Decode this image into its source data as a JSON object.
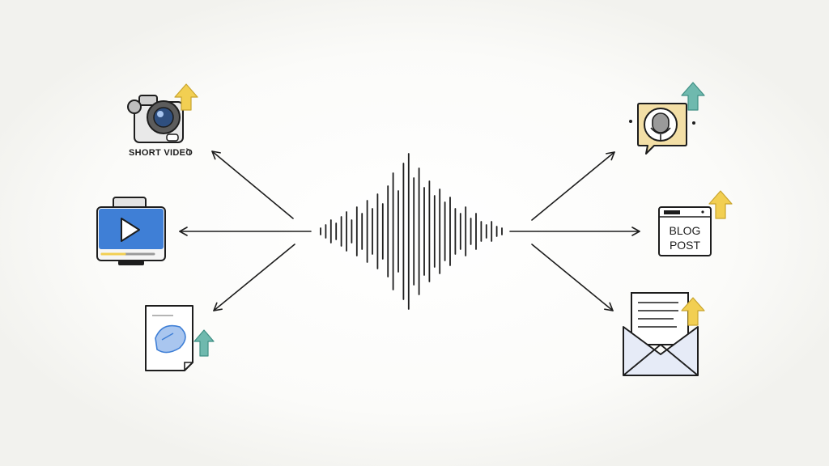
{
  "colors": {
    "background": "#ffffff",
    "glow": "#f7f7f4",
    "ink": "#1d1d1d",
    "blue": "#3f7fd6",
    "blue_light": "#a9c6ef",
    "yellow": "#f2cf52",
    "teal": "#6fb9ae",
    "tan": "#f3dfa6",
    "envelope": "#e6ebf7",
    "gray": "#9a9a9a"
  },
  "labels": {
    "short_video": "SHORT VIDEO",
    "blog_line1": "BLOG",
    "blog_line2": "POST"
  },
  "icons": {
    "center": "sound-wave-icon",
    "top_left": "video-camera-icon",
    "middle_left": "video-player-icon",
    "bottom_left": "document-icon",
    "top_right": "podcast-chat-icon",
    "middle_right": "blog-post-icon",
    "bottom_right": "newsletter-envelope-icon"
  },
  "waveform": {
    "amplitudes": [
      4,
      8,
      14,
      10,
      18,
      24,
      14,
      30,
      22,
      38,
      28,
      46,
      34,
      56,
      72,
      50,
      84,
      96,
      66,
      78,
      54,
      62,
      44,
      52,
      36,
      42,
      28,
      22,
      30,
      16,
      22,
      12,
      8,
      12,
      6,
      4
    ]
  }
}
